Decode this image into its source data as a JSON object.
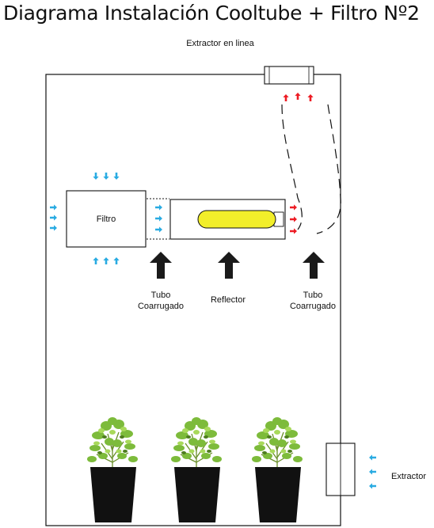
{
  "title": "Diagrama Instalación Cooltube + Filtro Nº2",
  "labels": {
    "inline_extractor": "Extractor en linea",
    "filter": "Filtro",
    "tube_left": [
      "Tubo",
      "Coarrugado"
    ],
    "reflector": "Reflector",
    "tube_right": [
      "Tubo",
      "Coarrugado"
    ],
    "extractor": "Extractor"
  },
  "colors": {
    "intake_arrow": "#29abe2",
    "exhaust_arrow": "#ed1c24",
    "bulb": "#f2ee2a",
    "airflow_arrow": "#1a1a1a",
    "pot": "#111111",
    "foliage": "#8cc63f"
  },
  "icons": [
    "blue-arrow-icon",
    "red-arrow-icon",
    "black-up-arrow-icon",
    "plant-icon",
    "pot-icon"
  ]
}
